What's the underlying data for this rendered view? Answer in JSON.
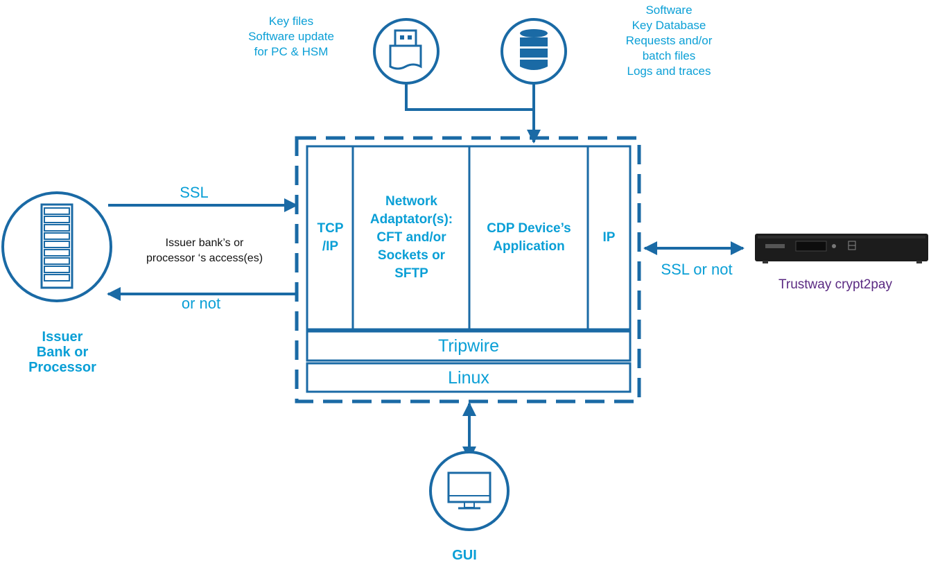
{
  "colors": {
    "primary_blue": "#1a6aa5",
    "text_cyan": "#0a9fd6",
    "trustway_purple": "#5a2a82",
    "device_black": "#1c1c1c"
  },
  "top_left_label": [
    "Key files",
    "Software update",
    "for PC & HSM"
  ],
  "top_right_label": [
    "Software",
    "Key Database",
    "Requests and/or",
    "batch files",
    "Logs and traces"
  ],
  "left": {
    "ssl_label": "SSL",
    "access_label": [
      "Issuer bank’s or",
      "processor ‘s access(es)"
    ],
    "or_not_label": "or not",
    "entity_label": [
      "Issuer",
      "Bank or",
      "Processor"
    ]
  },
  "center_box": {
    "columns": [
      {
        "lines": [
          "TCP",
          "/IP"
        ]
      },
      {
        "lines": [
          "Network",
          "Adaptator(s):",
          "CFT and/or",
          "Sockets or",
          "SFTP"
        ]
      },
      {
        "lines": [
          "CDP Device’s",
          "Application"
        ]
      },
      {
        "lines": [
          "IP"
        ]
      }
    ],
    "tripwire": "Tripwire",
    "linux": "Linux"
  },
  "right": {
    "ssl_label": "SSL or not",
    "device_label": "Trustway crypt2pay"
  },
  "bottom": {
    "gui_label": "GUI"
  },
  "icons": {
    "usb": "usb-drive-icon",
    "database": "database-icon",
    "server": "server-rack-icon",
    "monitor": "monitor-icon",
    "hsm": "hsm-appliance-icon"
  }
}
